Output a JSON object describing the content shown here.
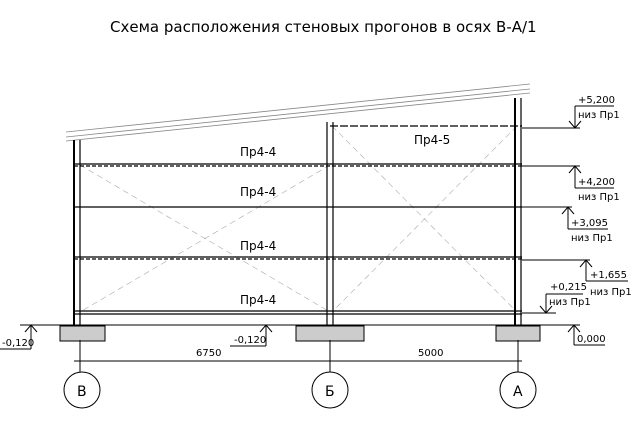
{
  "title": "Схема расположения стеновых прогонов в осях В-А/1",
  "purlins": {
    "top": "Пр4-5",
    "rows": [
      "Пр4-4",
      "Пр4-4",
      "Пр4-4",
      "Пр4-4"
    ]
  },
  "levels": {
    "l5200": "+5,200",
    "l4200": "+4,200",
    "l3095": "+3,095",
    "l1655": "+1,655",
    "l0215": "+0,215",
    "l0000": "0,000",
    "lm120a": "-0,120",
    "lm120b": "-0,120",
    "note": "низ Пр1"
  },
  "dimensions": {
    "span1": "6750",
    "span2": "5000"
  },
  "axes": [
    "В",
    "Б",
    "А"
  ]
}
